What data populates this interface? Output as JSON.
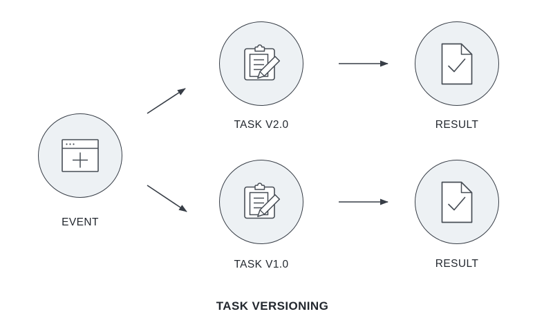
{
  "title": "TASK VERSIONING",
  "nodes": {
    "event": {
      "label": "EVENT",
      "icon": "browser-window-plus-icon"
    },
    "task_v2": {
      "label": "TASK V2.0",
      "icon": "clipboard-pencil-icon"
    },
    "result_top": {
      "label": "RESULT",
      "icon": "document-check-icon"
    },
    "task_v1": {
      "label": "TASK V1.0",
      "icon": "clipboard-pencil-icon"
    },
    "result_bottom": {
      "label": "RESULT",
      "icon": "document-check-icon"
    }
  },
  "edges": [
    {
      "from": "event",
      "to": "task_v2"
    },
    {
      "from": "event",
      "to": "task_v1"
    },
    {
      "from": "task_v2",
      "to": "result_top"
    },
    {
      "from": "task_v1",
      "to": "result_bottom"
    }
  ],
  "colors": {
    "background": "#ffffff",
    "node_fill": "#edf1f4",
    "node_stroke": "#373d46",
    "icon_stroke": "#474d55",
    "arrow": "#373d46",
    "text": "#23282f"
  }
}
